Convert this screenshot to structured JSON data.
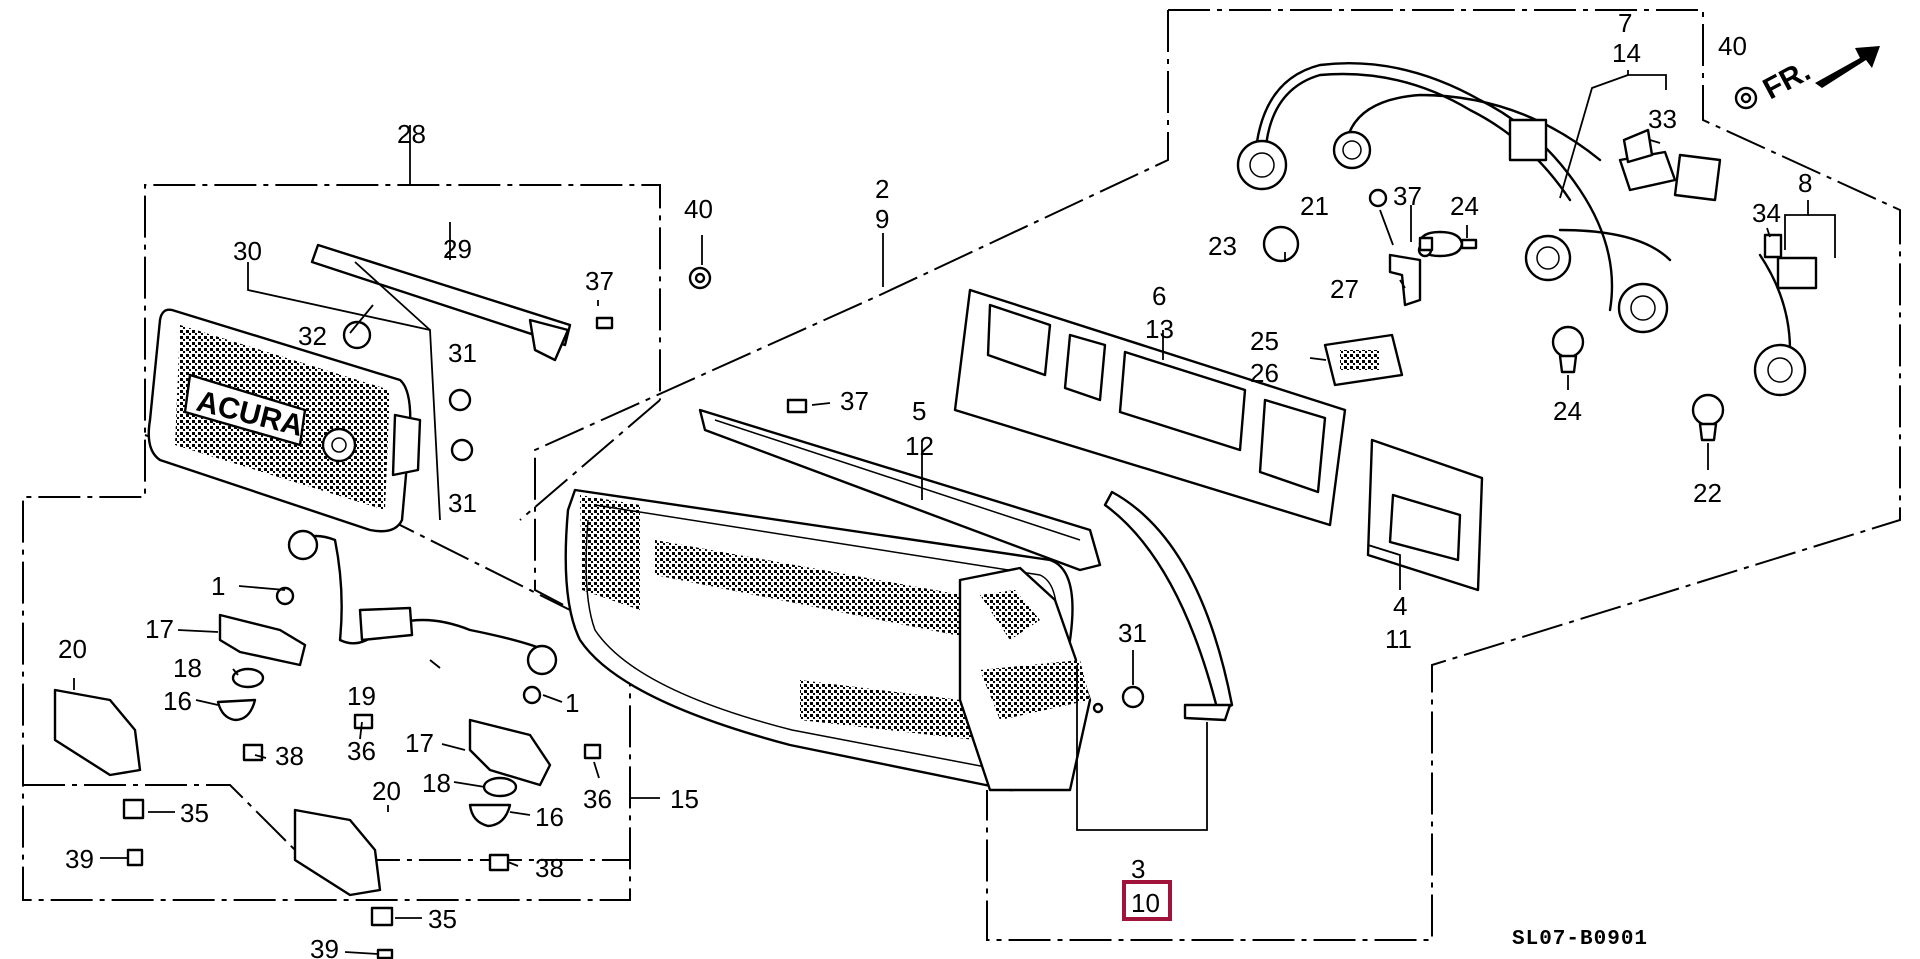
{
  "diagram": {
    "code": "SL07-B0901",
    "direction": "FR.",
    "highlight_color": "#a0143c",
    "brand_lettering": "ACURA",
    "callouts": {
      "c1a": "1",
      "c1b": "1",
      "c2": "2",
      "c3": "3",
      "c4": "4",
      "c5": "5",
      "c6": "6",
      "c7": "7",
      "c8": "8",
      "c9": "9",
      "c10": "10",
      "c11": "11",
      "c12": "12",
      "c13": "13",
      "c14": "14",
      "c15": "15",
      "c16a": "16",
      "c16b": "16",
      "c17a": "17",
      "c17b": "17",
      "c18a": "18",
      "c18b": "18",
      "c19": "19",
      "c20a": "20",
      "c20b": "20",
      "c21": "21",
      "c22": "22",
      "c23": "23",
      "c24a": "24",
      "c24b": "24",
      "c25": "25",
      "c26": "26",
      "c27": "27",
      "c28": "28",
      "c29": "29",
      "c30": "30",
      "c31a": "31",
      "c31b": "31",
      "c31c": "31",
      "c32": "32",
      "c33": "33",
      "c34": "34",
      "c35a": "35",
      "c35b": "35",
      "c36a": "36",
      "c36b": "36",
      "c37a": "37",
      "c37b": "37",
      "c37c": "37",
      "c38a": "38",
      "c38b": "38",
      "c39a": "39",
      "c39b": "39",
      "c40a": "40",
      "c40b": "40"
    }
  }
}
